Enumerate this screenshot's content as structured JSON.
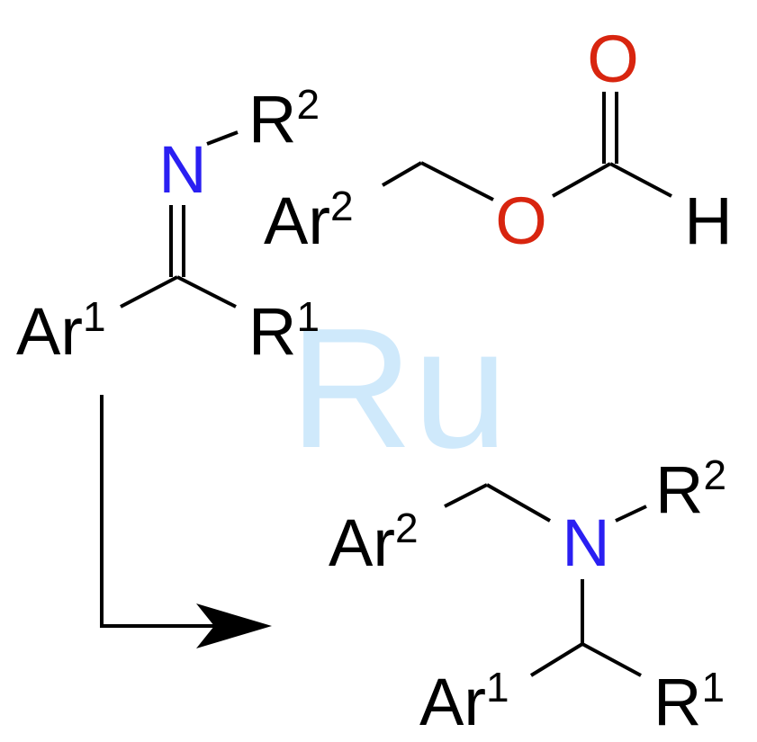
{
  "colors": {
    "ink": "#000000",
    "nitrogen": "#2a1ff2",
    "oxygen": "#d8250f",
    "catalyst": "#cfe9fb"
  },
  "catalyst": {
    "label": "Ru"
  },
  "imine": {
    "nitrogen": "N",
    "r2": {
      "base": "R",
      "sup": "2"
    },
    "ar1": {
      "base": "Ar",
      "sup": "1"
    },
    "r1": {
      "base": "R",
      "sup": "1"
    }
  },
  "formate": {
    "ar2": {
      "base": "Ar",
      "sup": "2"
    },
    "ester_oxygen": "O",
    "carbonyl_oxygen": "O",
    "hydrogen": "H"
  },
  "amine": {
    "ar2": {
      "base": "Ar",
      "sup": "2"
    },
    "nitrogen": "N",
    "r2": {
      "base": "R",
      "sup": "2"
    },
    "ar1": {
      "base": "Ar",
      "sup": "1"
    },
    "r1": {
      "base": "R",
      "sup": "1"
    }
  }
}
